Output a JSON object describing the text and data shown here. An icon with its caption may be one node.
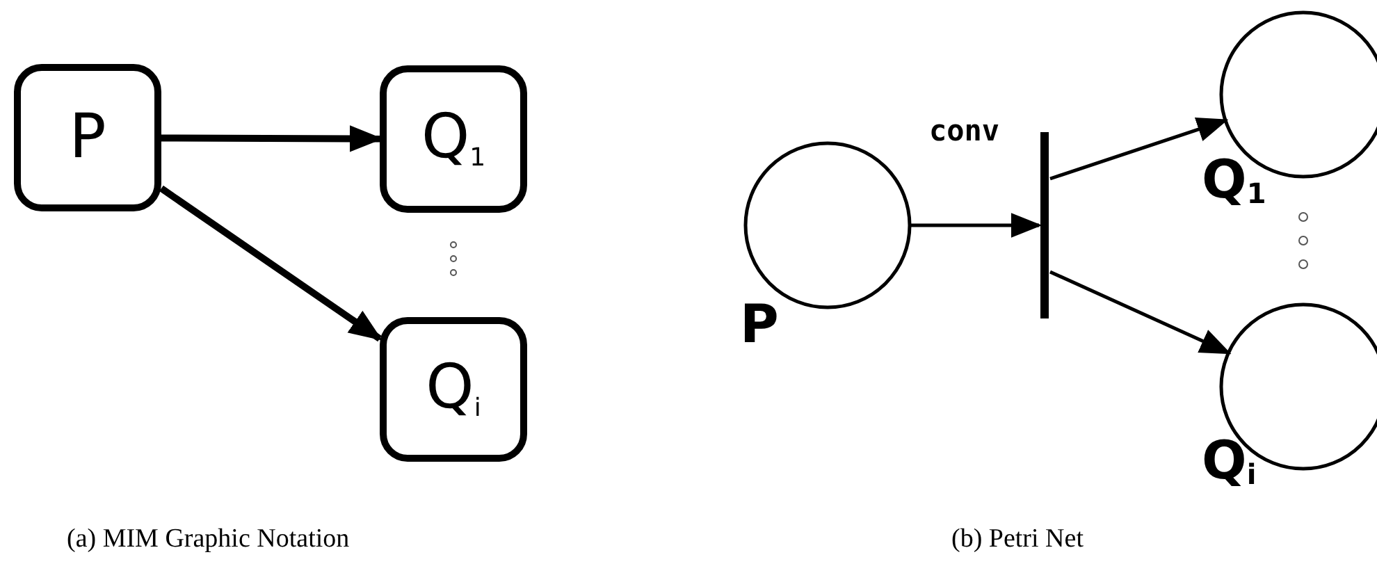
{
  "diagram": {
    "nodes": [
      {
        "text": [
          "P"
        ]
      },
      {
        "text": [
          "Q$_{1}$"
        ]
      },
      {
        "text": [
          "Q$_{i}$"
        ]
      },
      {
        "text": [
          "P"
        ]
      },
      {
        "text": [
          "conv"
        ]
      },
      {
        "text": [
          "Q$_{1}$"
        ]
      },
      {
        "text": [
          "Q$_{i}$"
        ]
      }
    ],
    "edges": [
      {
        "from": 0,
        "to": 1,
        "arrow": "to",
        "style": "thick"
      },
      {
        "from": 0,
        "to": 2,
        "arrow": "to",
        "style": "thick"
      },
      {
        "from": 3,
        "to": 4,
        "arrow": "to"
      },
      {
        "from": 4,
        "to": 5,
        "arrow": "to"
      },
      {
        "from": 4,
        "to": 6,
        "arrow": "to"
      }
    ],
    "labels": [
      "(a) MIM Graphic Notation",
      "(b) Petri Net"
    ]
  }
}
